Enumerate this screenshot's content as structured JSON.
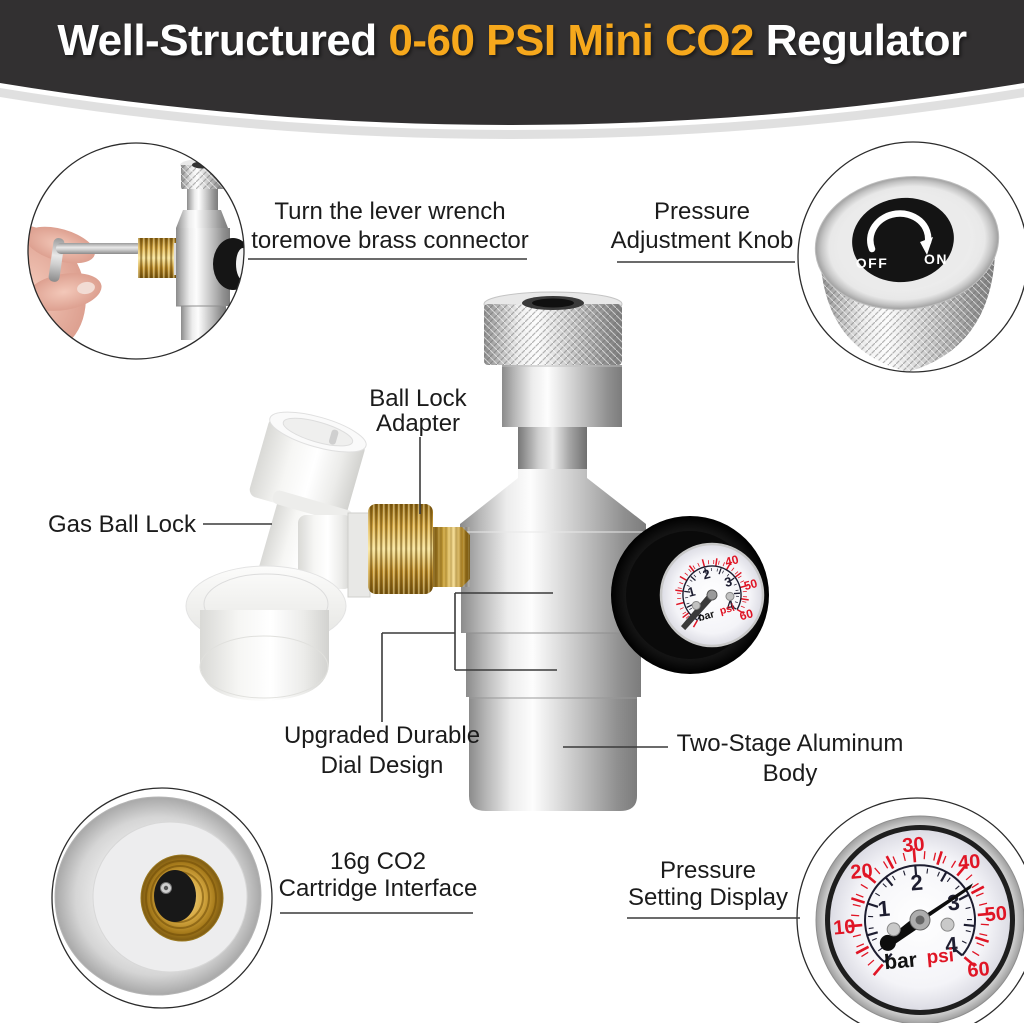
{
  "banner": {
    "title_prefix": "Well-Structured",
    "title_highlight": " 0-60 PSI Mini CO2 ",
    "title_suffix": "Regulator"
  },
  "callouts": {
    "lever_wrench": {
      "line1": "Turn the lever wrench",
      "line2": "toremove brass connector"
    },
    "adjustment_knob": {
      "line1": "Pressure",
      "line2": "Adjustment Knob"
    },
    "ball_lock_adapter": {
      "line1": "Ball Lock",
      "line2": "Adapter"
    },
    "gas_ball_lock": {
      "label": "Gas Ball Lock"
    },
    "dial_design": {
      "line1": "Upgraded Durable",
      "line2": "Dial Design"
    },
    "aluminum_body": {
      "line1": "Two-Stage Aluminum",
      "line2": "Body"
    },
    "cartridge_interface": {
      "line1": "16g CO2",
      "line2": "Cartridge Interface"
    },
    "setting_display": {
      "line1": "Pressure",
      "line2": "Setting Display"
    }
  },
  "knob_face": {
    "off": "OFF",
    "on": "ON"
  },
  "display_gauge": {
    "psi_numbers": [
      "10",
      "20",
      "30",
      "40",
      "50",
      "60"
    ],
    "bar_numbers": [
      "1",
      "2",
      "3",
      "4"
    ],
    "bar_unit": "bar",
    "psi_unit": "psi"
  },
  "body_gauge": {
    "psi_numbers": [
      "40",
      "50",
      "60"
    ],
    "bar_numbers": [
      "1",
      "2",
      "3",
      "4"
    ],
    "bar_unit": "bar",
    "psi_unit": "psi"
  },
  "colors": {
    "banner_bg": "#323031",
    "banner_highlight": "#F6A81C",
    "psi_red": "#e01525",
    "bar_dark": "#1d1d30",
    "brass": "#c8962a",
    "label_text": "#1b1b1b"
  }
}
